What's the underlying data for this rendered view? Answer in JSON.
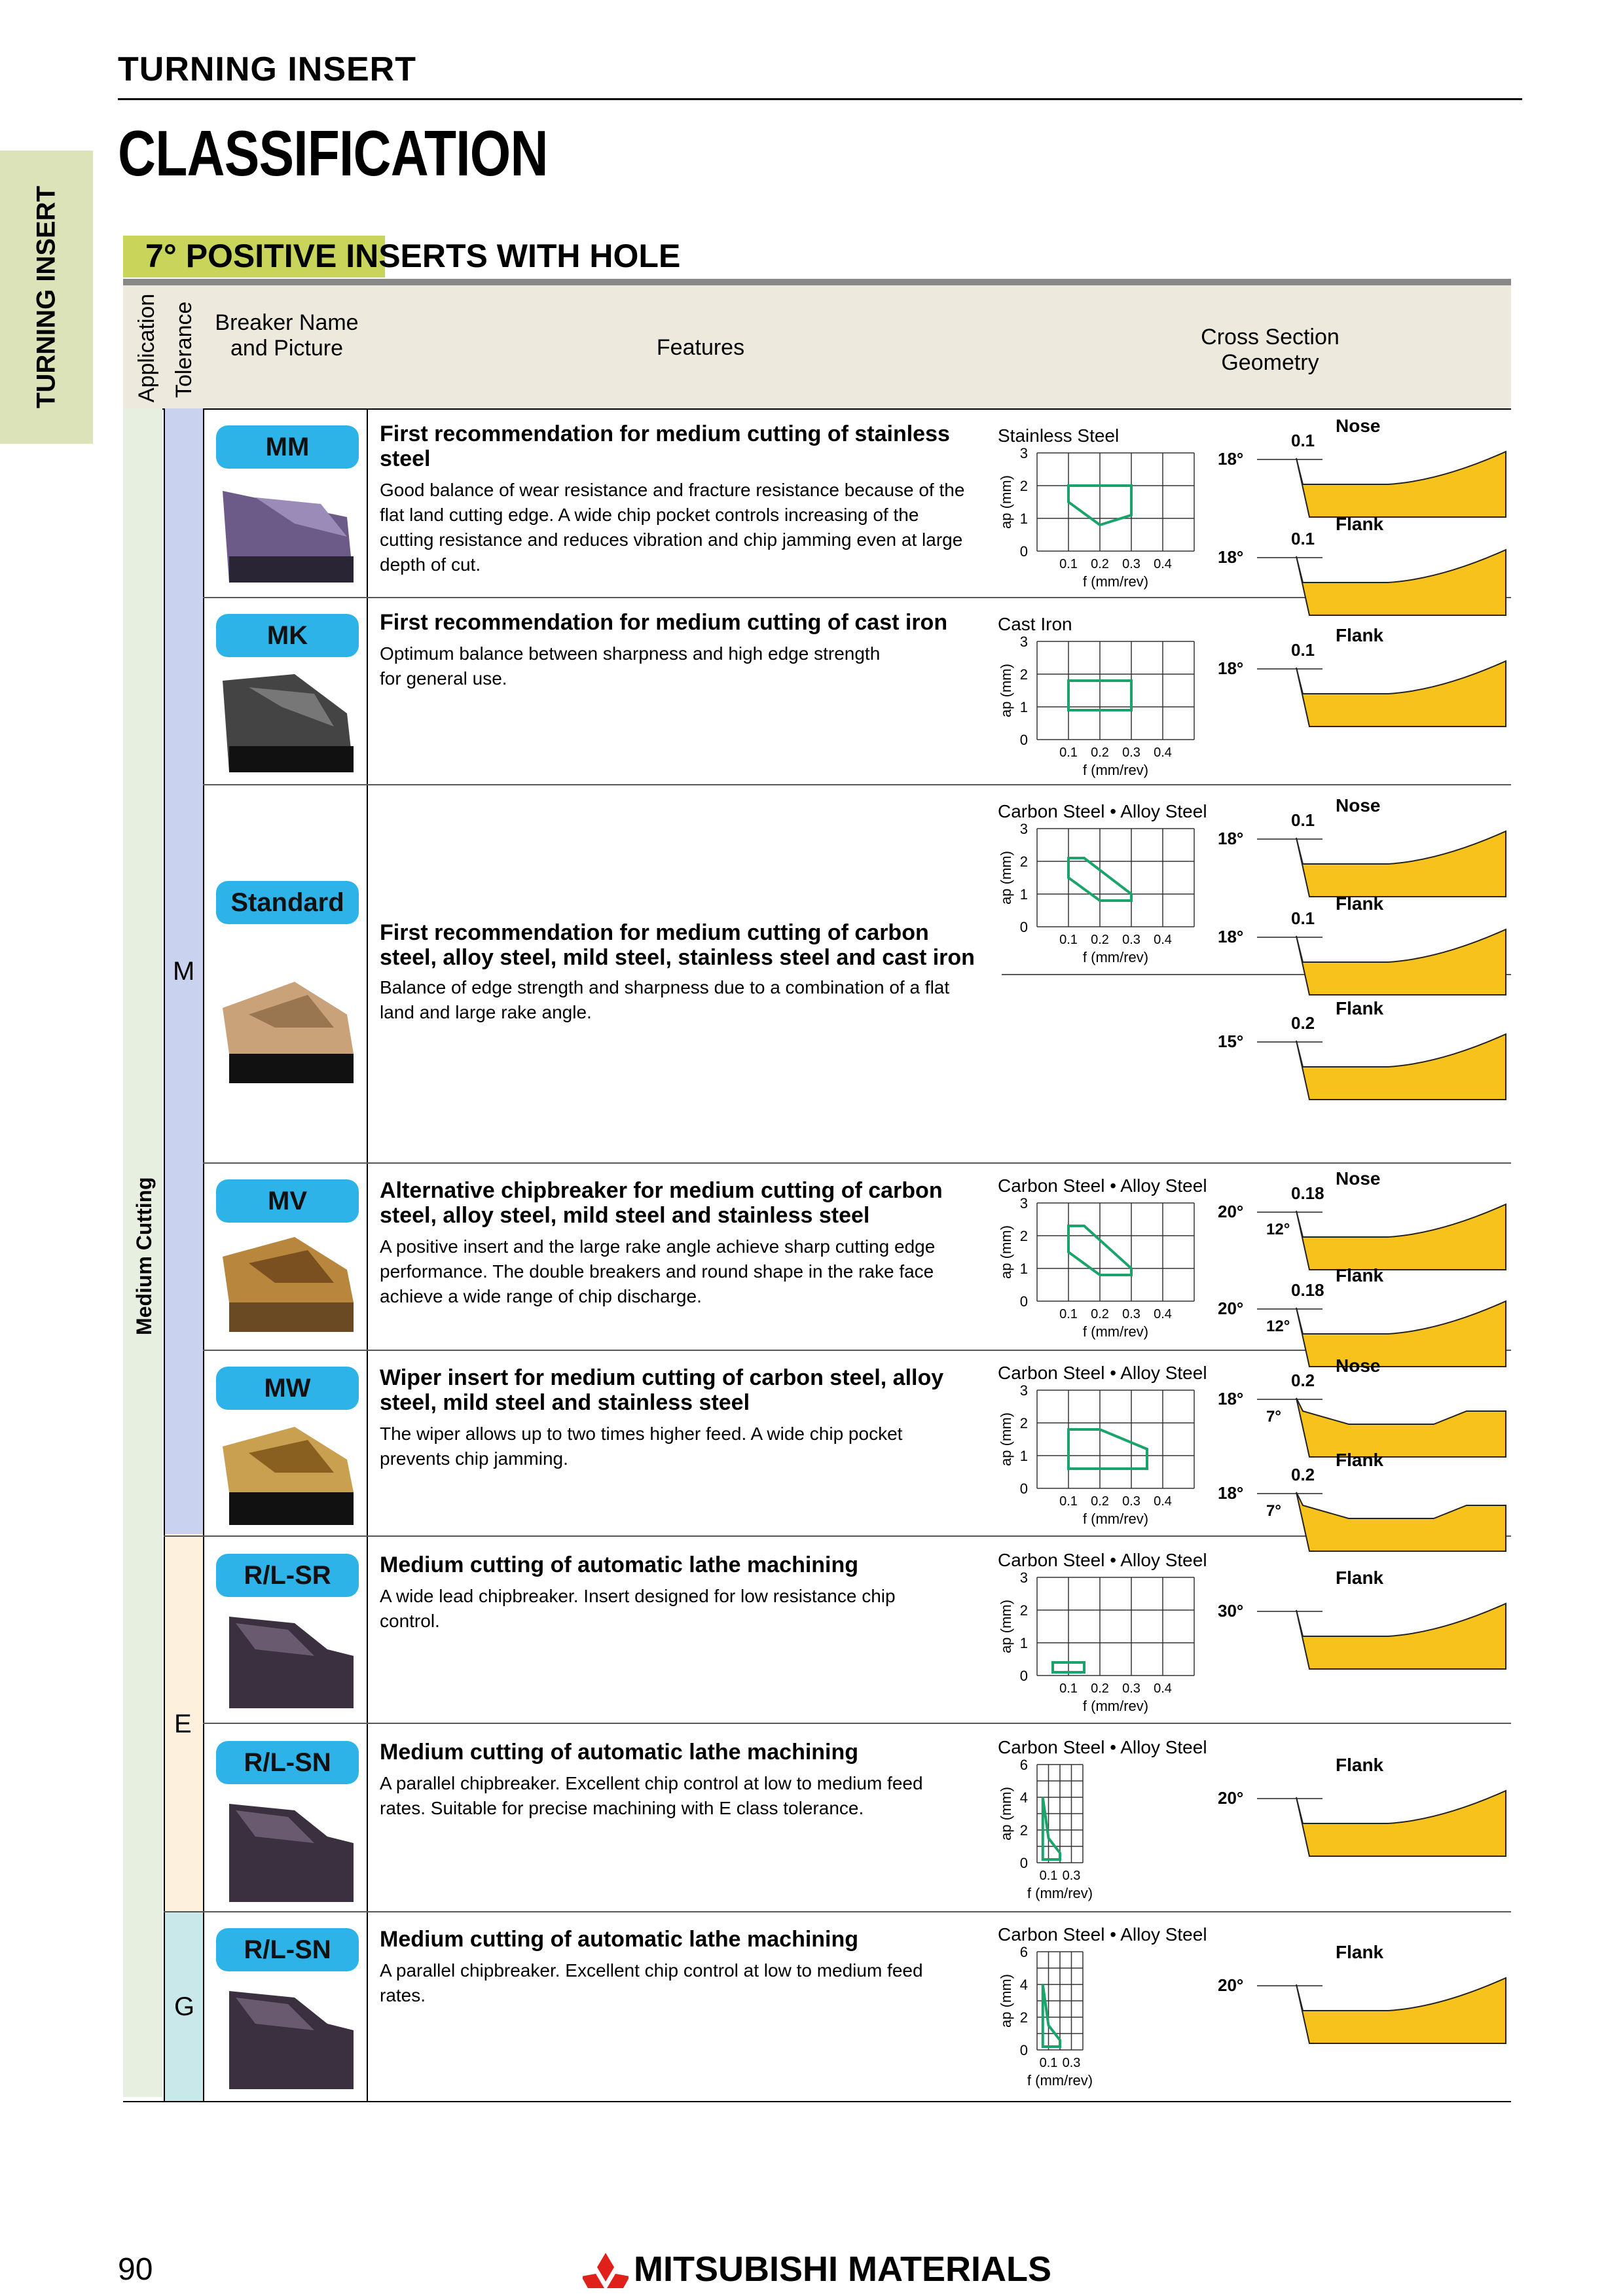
{
  "header": {
    "section": "TURNING INSERT",
    "title": "CLASSIFICATION",
    "side_tab": "TURNING INSERT"
  },
  "section_title": "7° POSITIVE INSERTS WITH HOLE",
  "table_head": {
    "application": "Application",
    "tolerance": "Tolerance",
    "breaker": "Breaker Name and Picture",
    "features": "Features",
    "cross_section": "Cross Section Geometry"
  },
  "application_value": "Medium Cutting",
  "tolerance_groups": [
    "M",
    "E",
    "G"
  ],
  "rows": [
    {
      "name": "MM",
      "heading": "First recommendation for medium cutting of stainless steel",
      "text": "Good balance of wear resistance and fracture resistance because of the flat land cutting edge. A wide chip pocket controls increasing of the cutting resistance and reduces vibration and chip jamming even at large depth of cut.",
      "graph_title": "Stainless Steel"
    },
    {
      "name": "MK",
      "heading": "First recommendation for medium cutting of cast iron",
      "text": "Optimum balance between sharpness and high edge strength for general use.",
      "graph_title": "Cast Iron"
    },
    {
      "name": "Standard",
      "heading": "First recommendation for medium cutting of carbon steel, alloy steel, mild steel, stainless steel and cast iron",
      "text": "Balance of edge strength and sharpness due to a combination of a flat land and large rake angle.",
      "graph_title": "Carbon Steel • Alloy Steel"
    },
    {
      "name": "MV",
      "heading": "Alternative chipbreaker for medium cutting of carbon steel, alloy steel, mild steel and stainless steel",
      "text": "A positive insert and the large rake angle achieve sharp cutting edge performance. The double breakers and round shape in the rake face achieve a wide range of chip discharge.",
      "graph_title": "Carbon Steel • Alloy Steel"
    },
    {
      "name": "MW",
      "heading": "Wiper insert for medium cutting of carbon steel, alloy steel, mild steel and stainless steel",
      "text": "The wiper allows up to two times higher feed. A wide chip pocket prevents chip jamming.",
      "graph_title": "Carbon Steel • Alloy Steel"
    },
    {
      "name": "R/L-SR",
      "heading": "Medium cutting of automatic lathe machining",
      "text": "A wide lead chipbreaker. Insert designed for low resistance chip control.",
      "graph_title": "Carbon Steel • Alloy Steel"
    },
    {
      "name": "R/L-SN",
      "heading": "Medium cutting of automatic lathe machining",
      "text": "A parallel chipbreaker. Excellent chip control at low to medium feed rates. Suitable for precise machining with E class tolerance.",
      "graph_title": "Carbon Steel • Alloy Steel"
    },
    {
      "name": "R/L-SN",
      "heading": "Medium cutting of automatic lathe machining",
      "text": "A parallel chipbreaker. Excellent chip control at low to medium feed rates.",
      "graph_title": "Carbon Steel • Alloy Steel"
    }
  ],
  "graph_axis": {
    "y_label": "ap (mm)",
    "x_label": "f (mm/rev)",
    "x_ticks": [
      "0.1",
      "0.2",
      "0.3",
      "0.4"
    ],
    "y_ticks": [
      "3",
      "2",
      "1",
      "0"
    ],
    "x_ticks_small": [
      "0.1",
      "0.3"
    ],
    "y_ticks_small": [
      "6",
      "4",
      "2",
      "0"
    ]
  },
  "cross_section_labels": {
    "nose": "Nose",
    "flank": "Flank",
    "a18": "18°",
    "a15": "15°",
    "a20": "20°",
    "a30": "30°",
    "a12": "12°",
    "a7": "7°",
    "w01": "0.1",
    "w02": "0.2",
    "w018": "0.18"
  },
  "colors": {
    "accent_blue": "#2db3e8",
    "chart_green": "#1aa36a",
    "geometry_yellow": "#f7c21b"
  },
  "footer": {
    "page": "90",
    "brand": "MITSUBISHI MATERIALS"
  }
}
